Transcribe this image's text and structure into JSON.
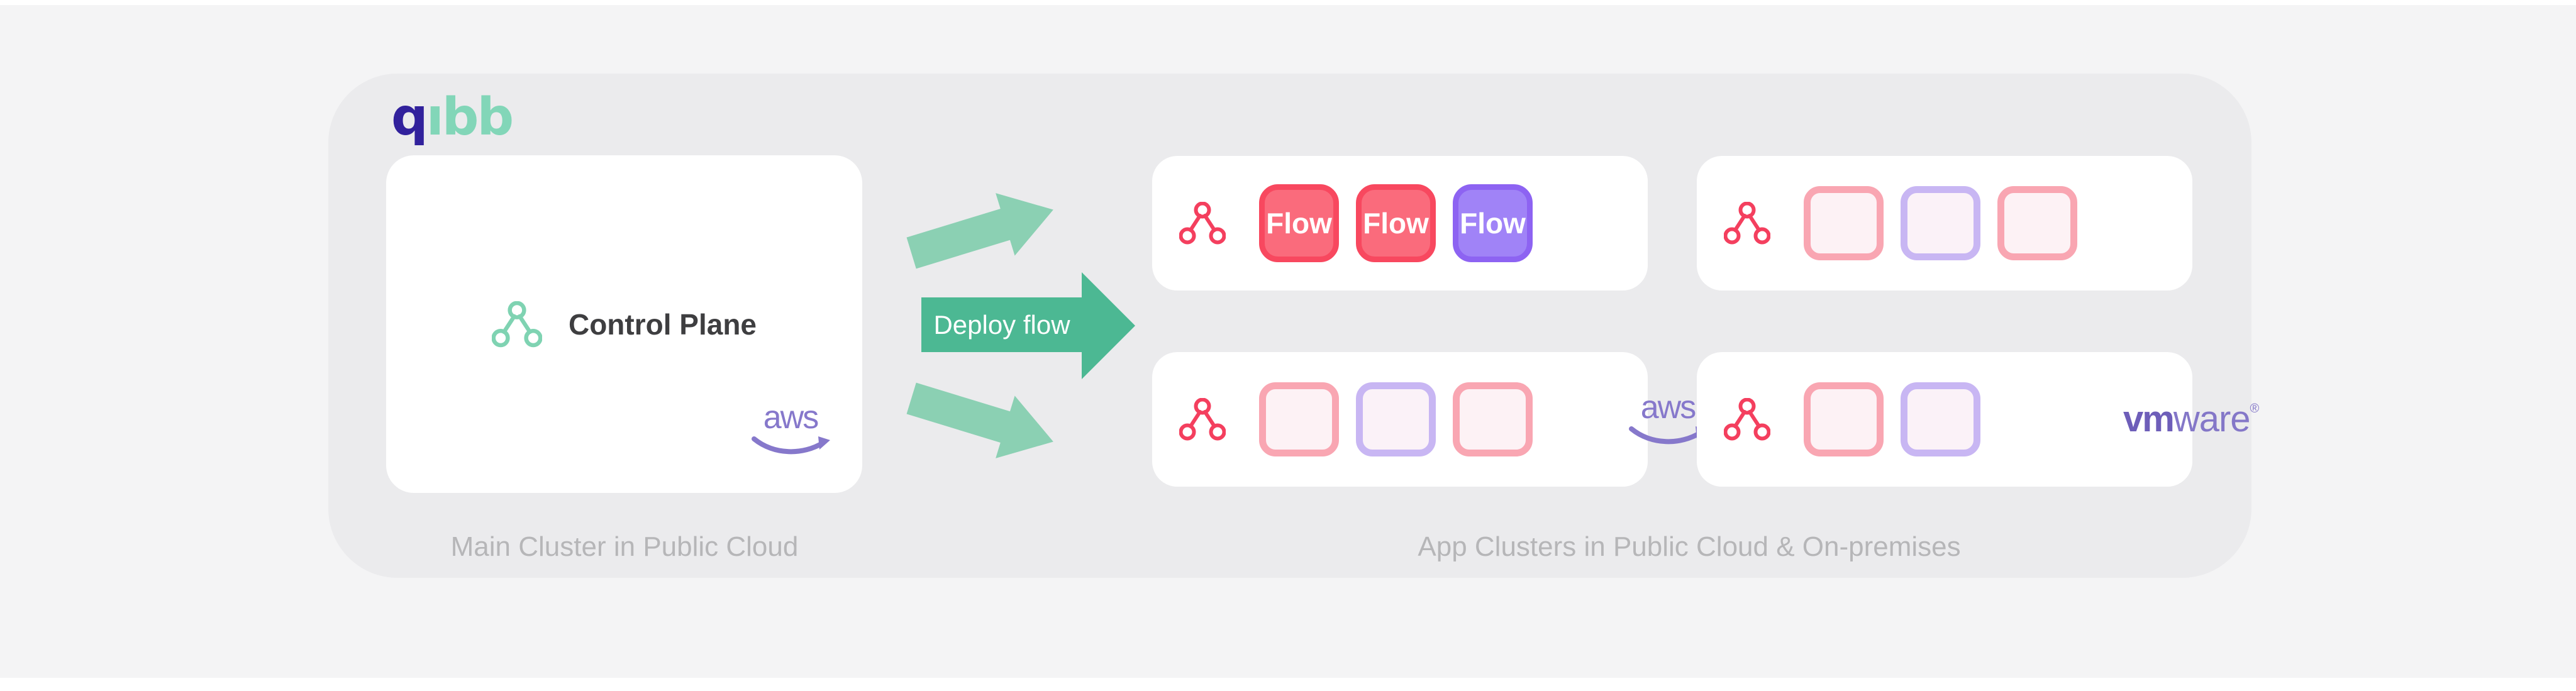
{
  "brand": {
    "q": "q",
    "ibb": "ıbb"
  },
  "main_cluster": {
    "title": "Control Plane",
    "provider": "aws",
    "caption": "Main Cluster in Public Cloud"
  },
  "deploy": {
    "label": "Deploy flow"
  },
  "app_clusters": {
    "caption": "App Clusters in Public Cloud & On-premises",
    "cards": [
      {
        "name": "cluster-with-flows",
        "flows": [
          {
            "label": "Flow",
            "variant": "red"
          },
          {
            "label": "Flow",
            "variant": "red"
          },
          {
            "label": "Flow",
            "variant": "purple"
          }
        ]
      },
      {
        "name": "cluster-empty-slots",
        "slots": [
          "pink",
          "purple",
          "pink"
        ]
      },
      {
        "name": "cluster-aws",
        "slots": [
          "pink",
          "purple",
          "pink"
        ],
        "provider": "aws"
      },
      {
        "name": "cluster-vmware",
        "slots": [
          "pink",
          "purple"
        ],
        "provider_vm": "vm",
        "provider_ware": "ware",
        "provider_reg": "®"
      }
    ]
  },
  "colors": {
    "page_bg": "#f4f4f5",
    "panel_bg": "#ebebed",
    "card_bg": "#ffffff",
    "brand_q": "#31219c",
    "brand_ibb": "#82d6b8",
    "teal_node": "#7fd3b2",
    "red_node": "#f43f5e",
    "deploy_arrow_green": "#4cb893",
    "light_arrow_green": "#8bd0b3",
    "badge_red_fill": "#fa6b7c",
    "badge_red_border": "#f8485f",
    "badge_purple_fill": "#a083f7",
    "badge_purple_border": "#8d63f2",
    "slot_pink_border": "#f9a6b2",
    "slot_purple_border": "#c8b6f3",
    "aws_purple": "#8678cb",
    "vmware_purple": "#6e5eb9",
    "caption_gray": "#b6b6b8",
    "title_dark": "#3e3e40"
  }
}
